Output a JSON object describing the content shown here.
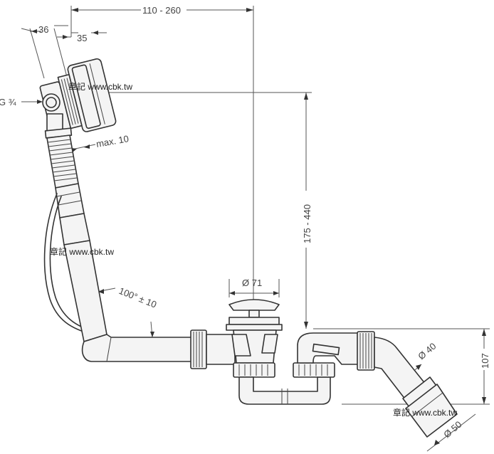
{
  "dimensions": {
    "width_range": "110 - 260",
    "overflow_depth": "36",
    "overflow_flange": "35",
    "thread_size": "G ¾",
    "max_thickness": "max. 10",
    "height_range": "175 - 440",
    "angle": "100° ± 10",
    "waste_diameter": "Ø 71",
    "pipe_diameter_40": "Ø 40",
    "trap_height": "107",
    "pipe_diameter_50": "Ø 50"
  },
  "watermark": {
    "top": "章記 www.cbk.tw",
    "middle": "章記 www.cbk.tw",
    "bottom": "章記 www.cbk.tw"
  },
  "colors": {
    "line": "#333333",
    "fill": "#f4f4f4",
    "text": "#444444"
  }
}
